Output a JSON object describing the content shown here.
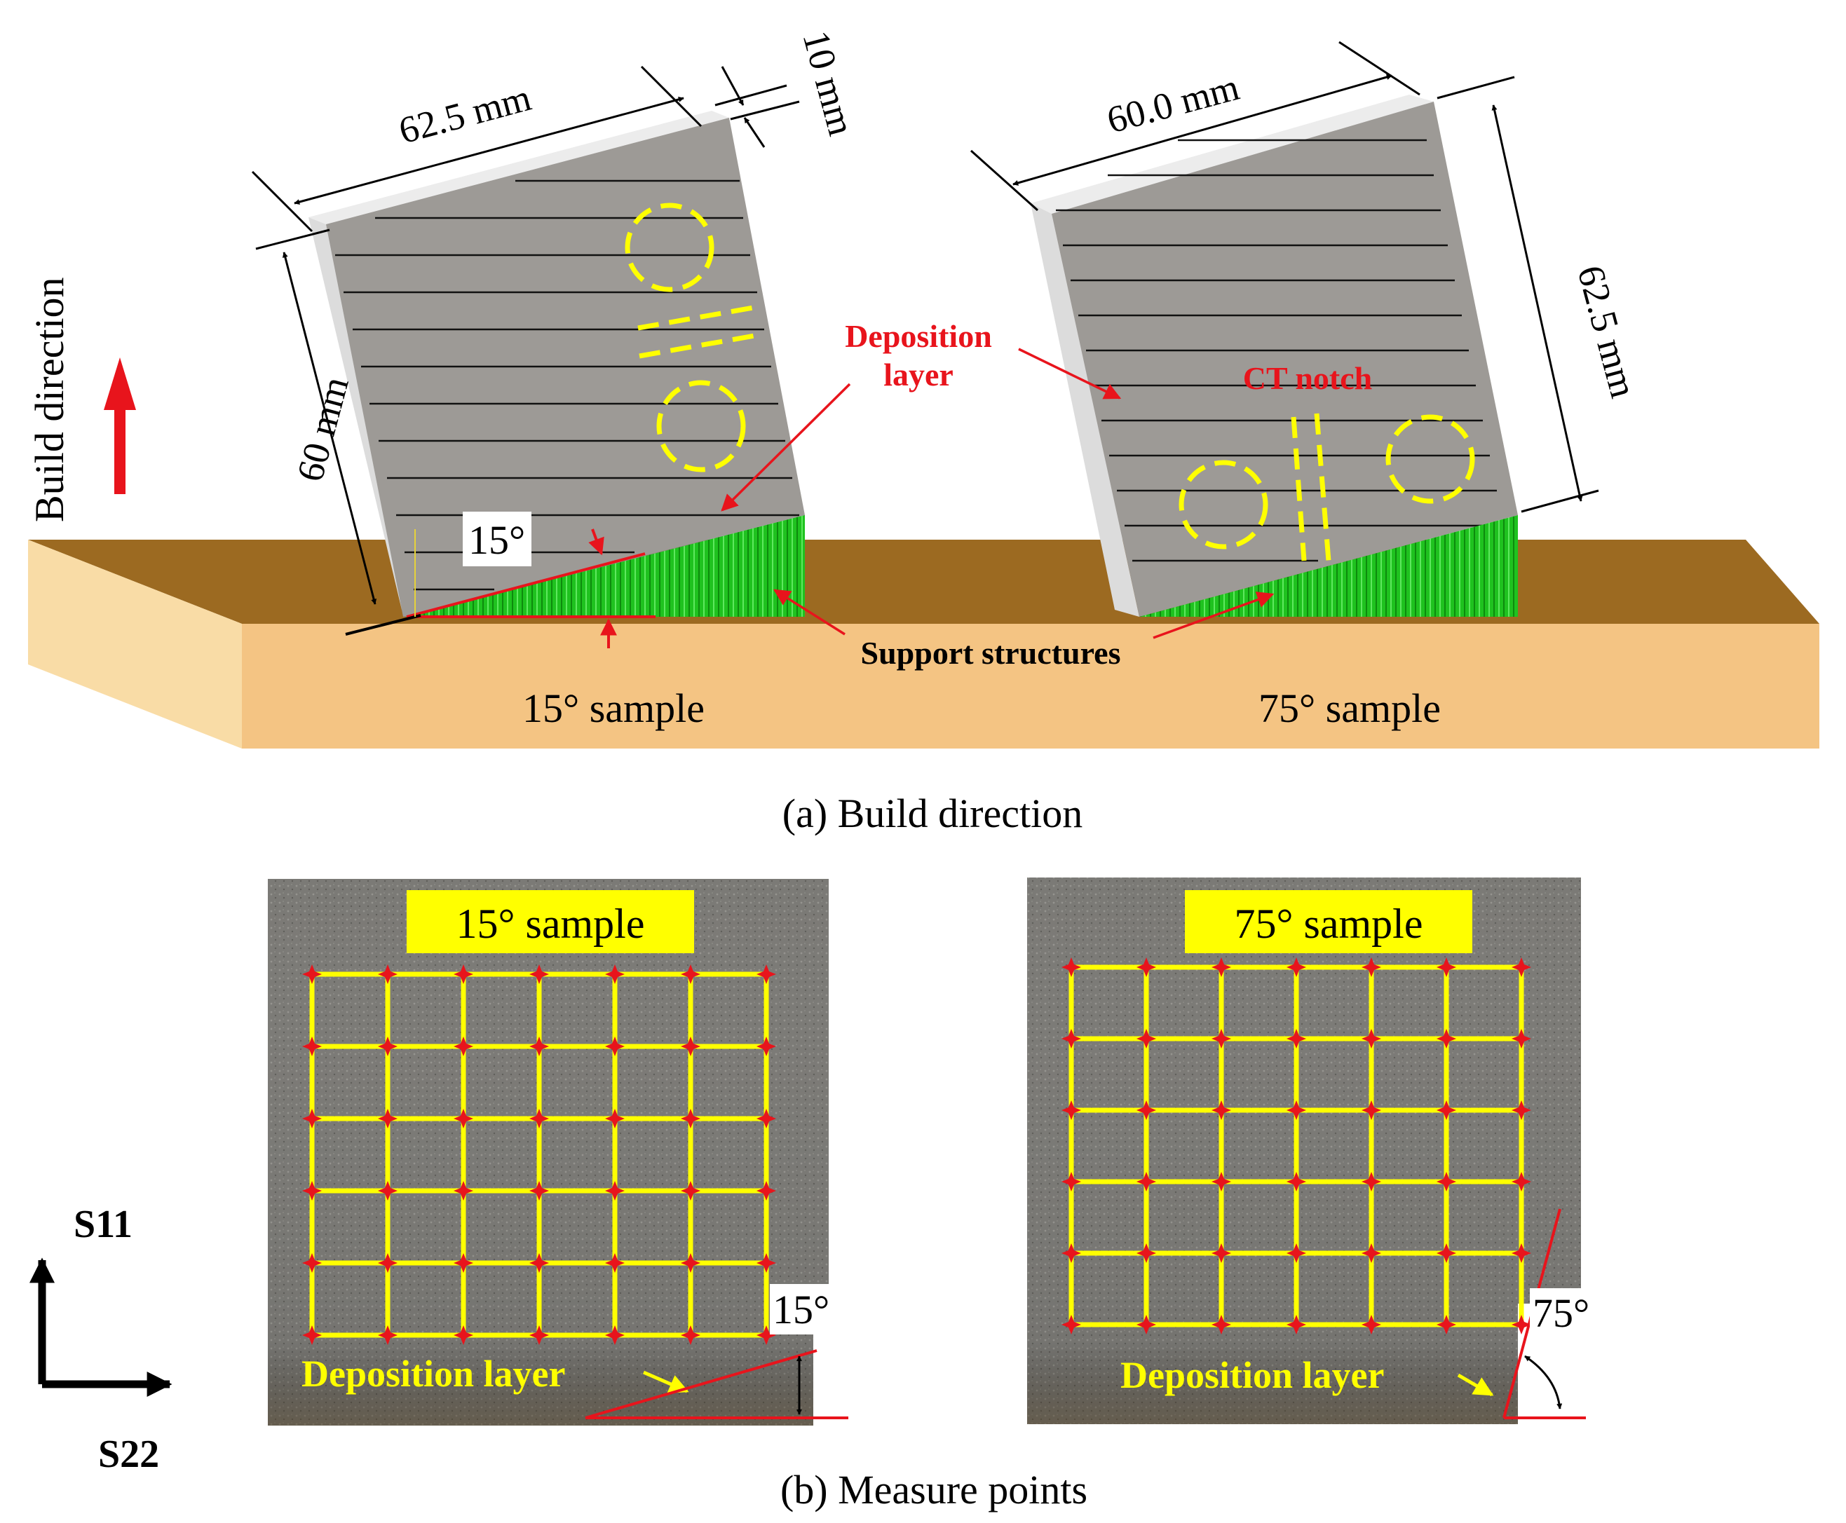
{
  "panel_a": {
    "build_direction_label": "Build direction",
    "dim_15_width": "62.5 mm",
    "dim_15_layer": "10 mm",
    "dim_15_height": "60 mm",
    "dim_75_width": "60.0 mm",
    "dim_75_height": "62.5 mm",
    "angle_15": "15°",
    "deposition_layer_line1": "Deposition",
    "deposition_layer_line2": "layer",
    "ct_notch": "CT notch",
    "support_structures": "Support structures",
    "sample_15_label": "15° sample",
    "sample_75_label": "75° sample",
    "caption": "(a) Build direction"
  },
  "panel_b": {
    "sample_15_label": "15° sample",
    "sample_75_label": "75° sample",
    "angle_15": "15°",
    "angle_75": "75°",
    "deposition_layer": "Deposition layer",
    "axis_vertical": "S11",
    "axis_horizontal": "S22",
    "caption": "(b) Measure points",
    "grid_columns": 6,
    "grid_rows": 5
  },
  "colors": {
    "red": "#e8141c",
    "yellow": "#ffff00",
    "green": "#1fc21f",
    "block_gray": "#9d9a96",
    "plate_top": "#9c6a21",
    "plate_front": "#f4c483",
    "photo_gray": "#7b7a76"
  }
}
